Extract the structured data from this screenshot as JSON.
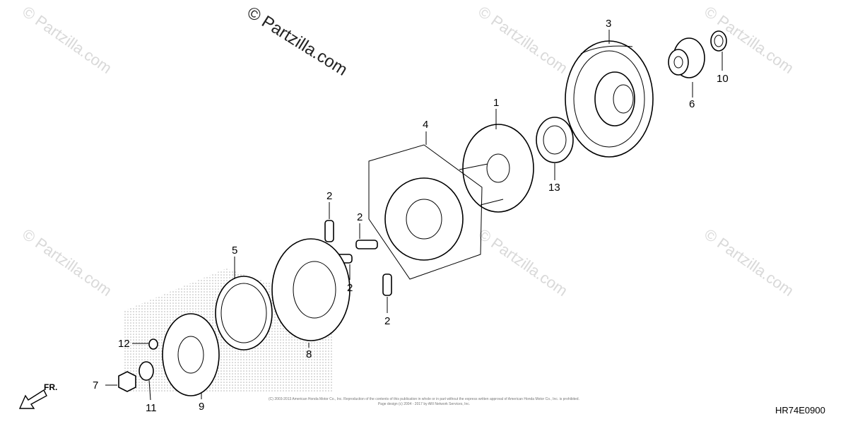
{
  "watermark": {
    "main": "© Partzilla.com",
    "faint": "© Partzilla.com"
  },
  "diagram_code": "HR74E0900",
  "front_marker": "FR.",
  "copyright_lines": [
    "(C) 2003-2013 American Honda Motor Co., Inc. Reproduction of the contents of this publication in whole or in part without the express written approval of American Honda Motor Co., Inc. is prohibited.",
    "Page design (c) 2004 - 2017 by ARI Network Services, Inc."
  ],
  "callouts": [
    {
      "id": "c1",
      "label": "1"
    },
    {
      "id": "c2a",
      "label": "2"
    },
    {
      "id": "c2b",
      "label": "2"
    },
    {
      "id": "c2c",
      "label": "2"
    },
    {
      "id": "c2d",
      "label": "2"
    },
    {
      "id": "c3",
      "label": "3"
    },
    {
      "id": "c4",
      "label": "4"
    },
    {
      "id": "c5",
      "label": "5"
    },
    {
      "id": "c6",
      "label": "6"
    },
    {
      "id": "c7",
      "label": "7"
    },
    {
      "id": "c8",
      "label": "8"
    },
    {
      "id": "c9",
      "label": "9"
    },
    {
      "id": "c10",
      "label": "10"
    },
    {
      "id": "c11",
      "label": "11"
    },
    {
      "id": "c12",
      "label": "12"
    },
    {
      "id": "c13",
      "label": "13"
    }
  ]
}
